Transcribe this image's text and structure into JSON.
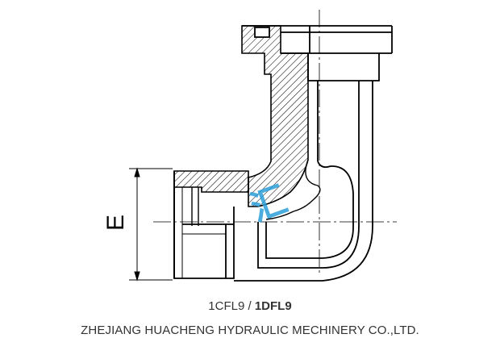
{
  "drawing": {
    "dimension_label": "E",
    "watermark_glyph": "汇"
  },
  "caption": {
    "model_a": "1CFL9",
    "separator": " / ",
    "model_b": "1DFL9",
    "company": "ZHEJIANG HUACHENG HYDRAULIC MECHINERY CO.,LTD."
  },
  "colors": {
    "line": "#000000",
    "watermark": "#2a9fd8",
    "text": "#333333"
  }
}
